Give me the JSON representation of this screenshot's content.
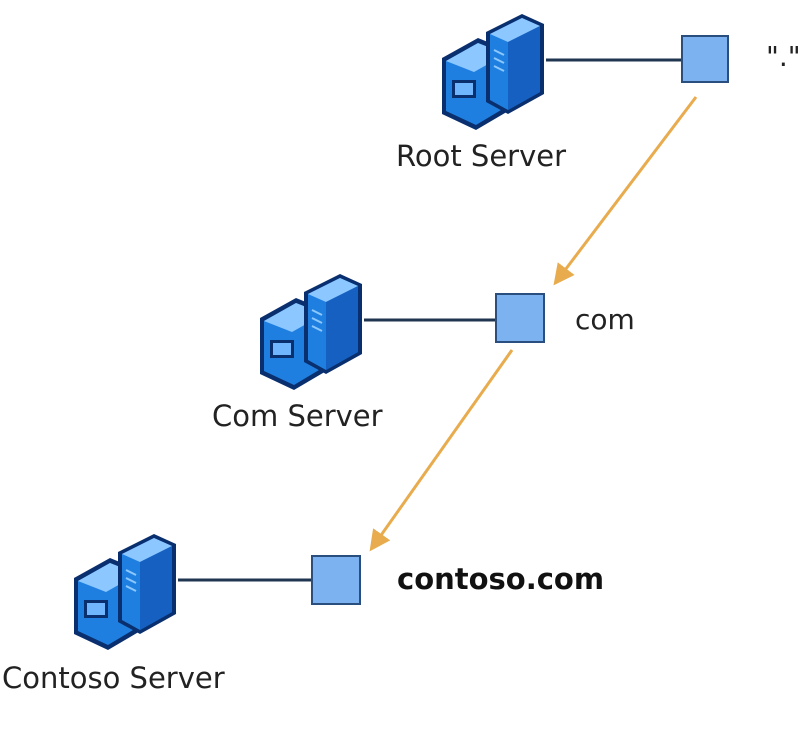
{
  "colors": {
    "connector": "#1f3550",
    "referral_arrow": "#e8ac4e",
    "zone_node_fill": "#7bb2ef",
    "zone_node_stroke": "#2a4f7e",
    "server_dark": "#0a2f6e",
    "server_blue": "#1f7fe0",
    "server_light": "#8cc8ff"
  },
  "servers": {
    "root": {
      "label": "Root Server",
      "icon": "server-icon"
    },
    "com": {
      "label": "Com Server",
      "icon": "server-icon"
    },
    "contoso": {
      "label": "Contoso Server",
      "icon": "server-icon"
    }
  },
  "zones": {
    "root": {
      "label": "\".\""
    },
    "com": {
      "label": "com"
    },
    "contoso": {
      "label": "contoso.com"
    }
  }
}
